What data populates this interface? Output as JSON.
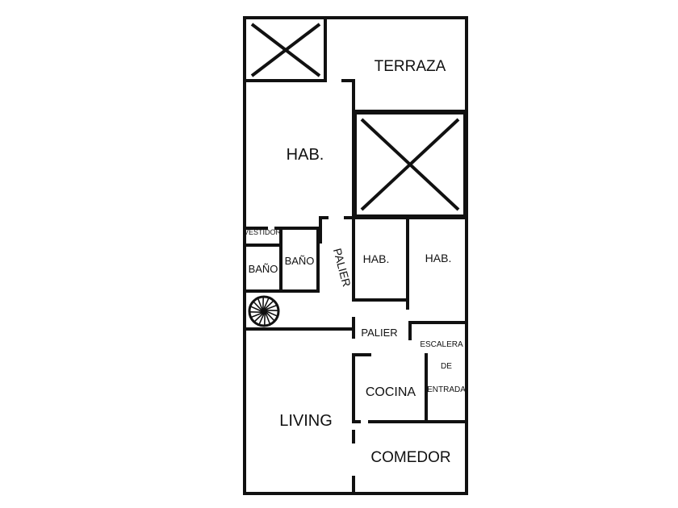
{
  "colors": {
    "wall": "#111111",
    "background": "#ffffff"
  },
  "icons": {
    "void": "x-cross-icon",
    "stair": "spiral-staircase-icon"
  },
  "rooms": {
    "terraza": "TERRAZA",
    "hab_main": "HAB.",
    "vestidor": "VESTIDOR",
    "bano_left": "BAÑO",
    "bano_right": "BAÑO",
    "palier_vertical": "PALIER",
    "hab_small_1": "HAB.",
    "hab_small_2": "HAB.",
    "palier": "PALIER",
    "escalera_1": "ESCALERA",
    "escalera_2": "DE",
    "escalera_3": "ENTRADA",
    "cocina": "COCINA",
    "living": "LIVING",
    "comedor": "COMEDOR"
  }
}
